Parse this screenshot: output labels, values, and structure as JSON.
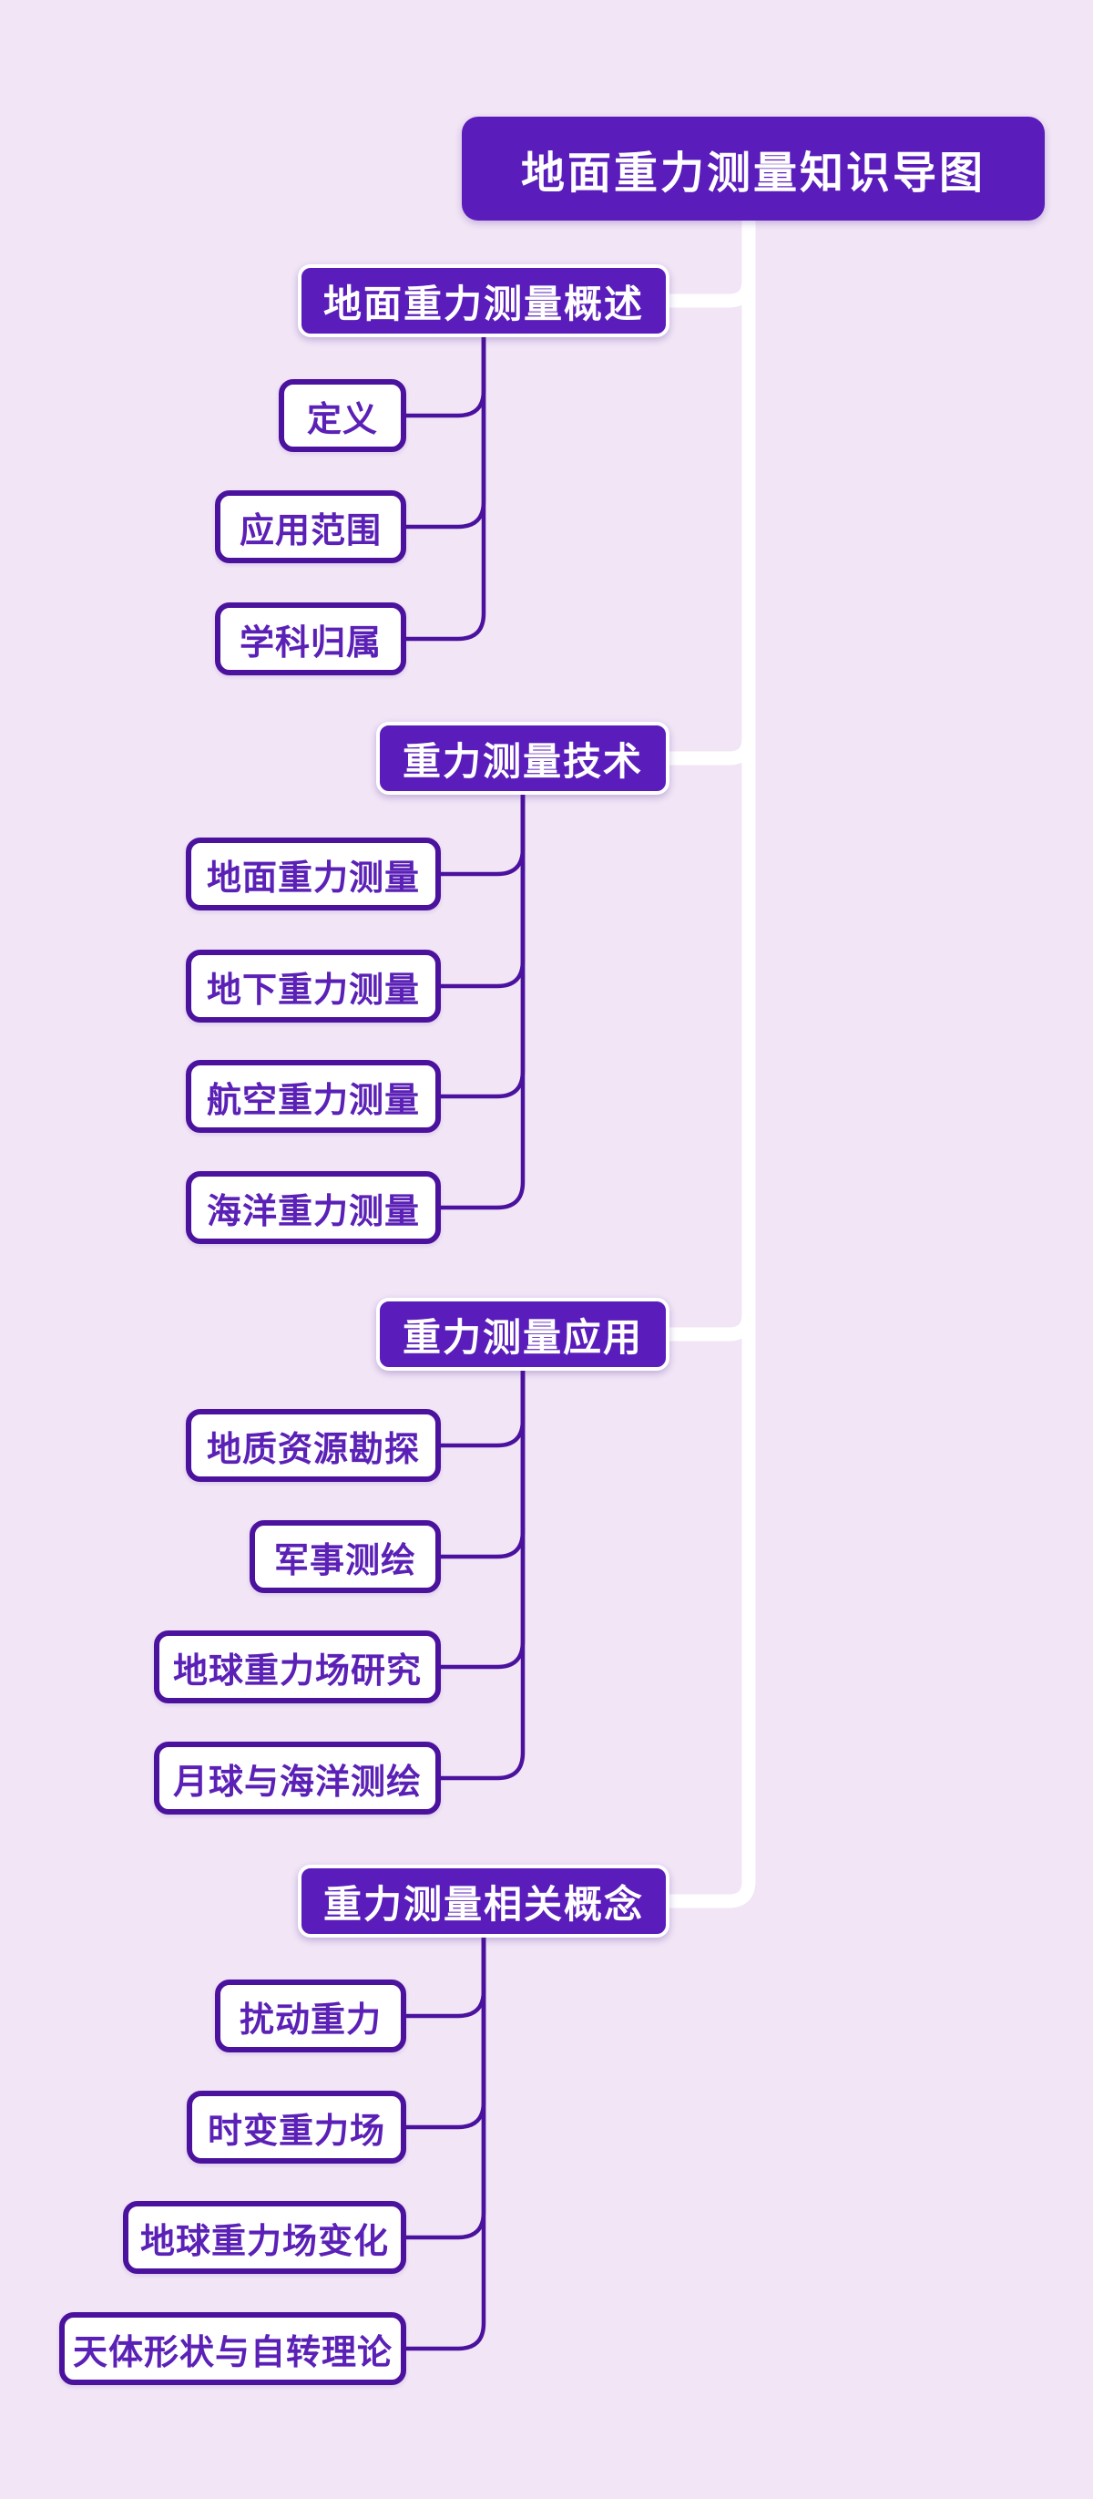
{
  "root": {
    "label": "地面重力测量知识导图"
  },
  "branches": [
    {
      "label": "地面重力测量概述",
      "children": [
        "定义",
        "应用范围",
        "学科归属"
      ]
    },
    {
      "label": "重力测量技术",
      "children": [
        "地面重力测量",
        "地下重力测量",
        "航空重力测量",
        "海洋重力测量"
      ]
    },
    {
      "label": "重力测量应用",
      "children": [
        "地质资源勘探",
        "军事测绘",
        "地球重力场研究",
        "月球与海洋测绘"
      ]
    },
    {
      "label": "重力测量相关概念",
      "children": [
        "扰动重力",
        "时变重力场",
        "地球重力场变化",
        "天体形状与自转理论"
      ]
    }
  ],
  "colors": {
    "background": "#f1e5f6",
    "node_fill": "#5a1cba",
    "node_text": "#ffffff",
    "child_border": "#4b129e",
    "child_text": "#5b21b6",
    "line_purple": "#4b129e",
    "line_white": "#ffffff"
  }
}
